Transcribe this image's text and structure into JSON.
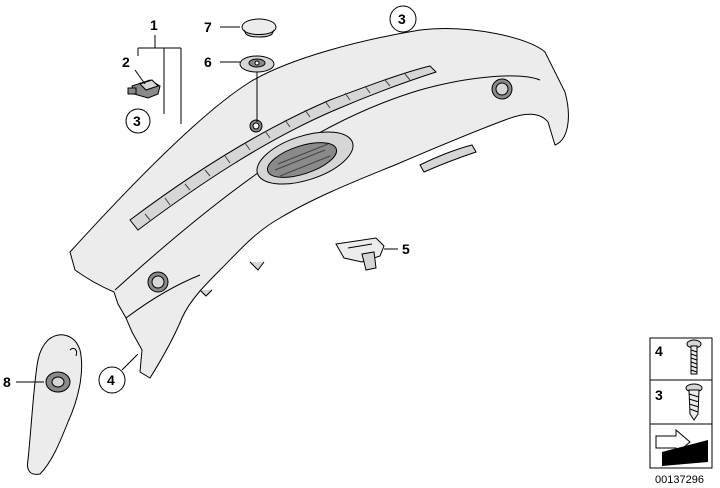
{
  "callouts": {
    "c1": "1",
    "c2": "2",
    "c3_key": "3",
    "c3_top": "3",
    "c4": "4",
    "c5": "5",
    "c6": "6",
    "c7": "7",
    "c8": "8"
  },
  "fastener_box": {
    "row1_label": "4",
    "row2_label": "3"
  },
  "diagram_number": "00137296"
}
